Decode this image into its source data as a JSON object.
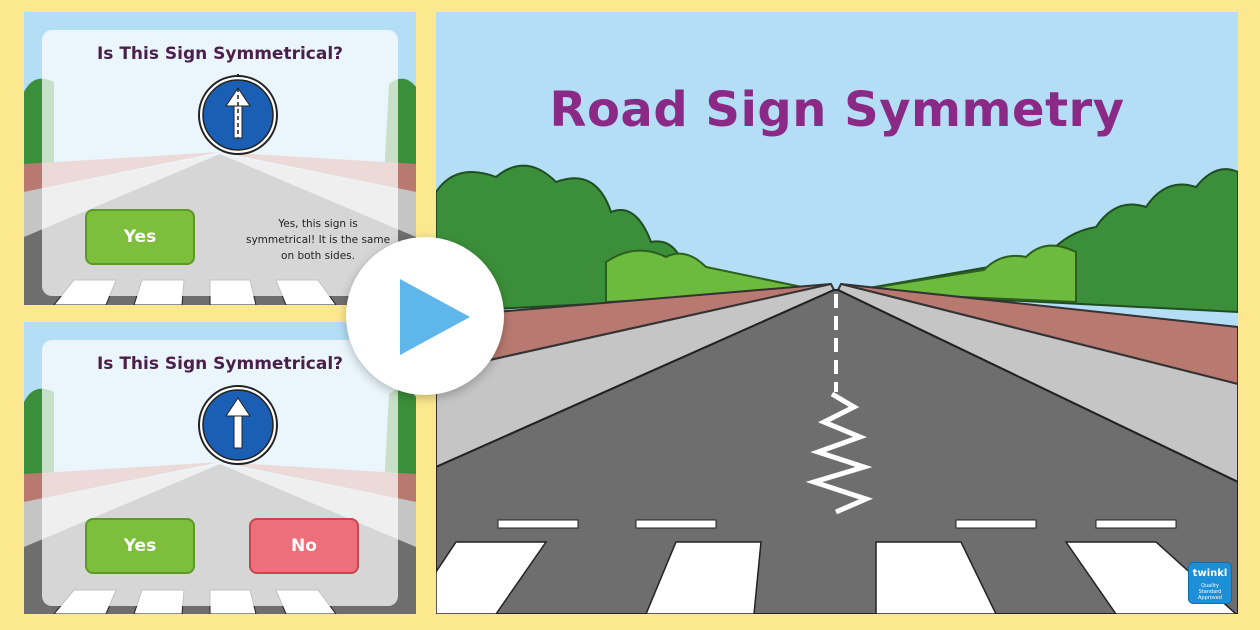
{
  "main_slide": {
    "title": "Road Sign Symmetry",
    "logo_text": "twinkl"
  },
  "preview_top": {
    "question": "Is This Sign Symmetrical?",
    "yes_label": "Yes",
    "answer": "Yes, this sign is symmetrical! It is the same on both sides."
  },
  "preview_bottom": {
    "question": "Is This Sign Symmetrical?",
    "yes_label": "Yes",
    "no_label": "No"
  },
  "badge": {
    "name": "twinkl",
    "subtitle": "Quality Standard Approved"
  },
  "icons": {
    "play": "play-icon",
    "sign": "ahead-only-sign-icon"
  },
  "colors": {
    "background": "#fce88e",
    "title": "#8b2a86",
    "sky": "#b3def5",
    "road": "#6e6e6e",
    "yes": "#7dbf3c",
    "no": "#ec6f7b",
    "play": "#5fb6ea"
  }
}
